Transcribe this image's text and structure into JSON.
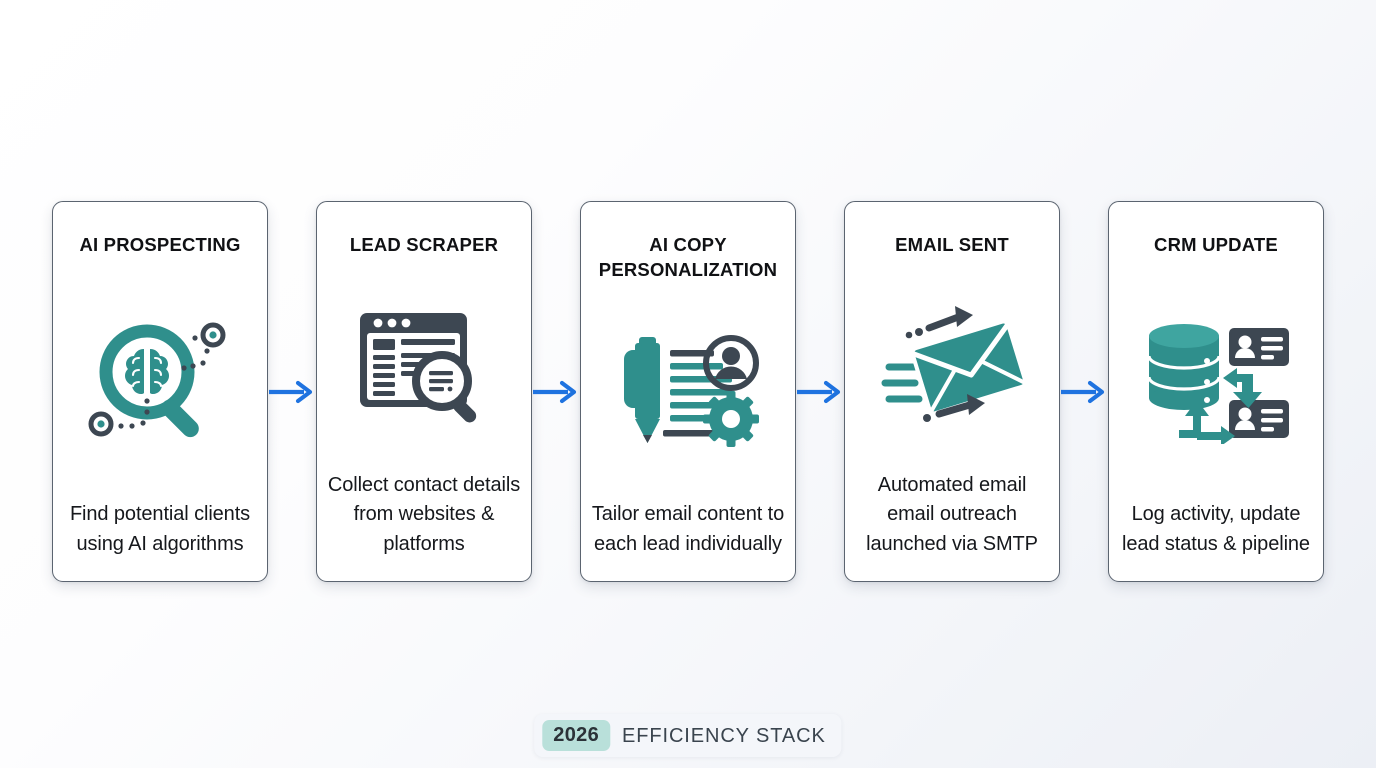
{
  "theme": {
    "accent_teal": "#2f8f8c",
    "accent_teal_dark": "#227a78",
    "icon_slate": "#3d4752",
    "arrow_blue": "#1f73e0",
    "card_border": "#5b6470",
    "badge_chip_bg": "#b9e0da",
    "background_from": "#ffffff",
    "background_to": "#eceff5"
  },
  "flow": {
    "steps": [
      {
        "title": "AI PROSPECTING",
        "description": "Find potential clients using AI algorithms",
        "icon": "brain-magnifier-icon"
      },
      {
        "title": "LEAD SCRAPER",
        "description": "Collect contact details from websites & platforms",
        "icon": "browser-search-icon"
      },
      {
        "title": "AI COPY PERSONALIZATION",
        "description": "Tailor email content to each lead individually",
        "icon": "pen-document-person-gear-icon"
      },
      {
        "title": "EMAIL SENT",
        "description": "Automated email email outreach launched via SMTP",
        "icon": "flying-envelope-icon"
      },
      {
        "title": "CRM UPDATE",
        "description": "Log activity, update lead status & pipeline",
        "icon": "database-contacts-sync-icon"
      }
    ],
    "connector_icon": "arrow-right-icon",
    "connector_count": 4
  },
  "footer": {
    "year": "2026",
    "label": "EFFICIENCY STACK"
  }
}
